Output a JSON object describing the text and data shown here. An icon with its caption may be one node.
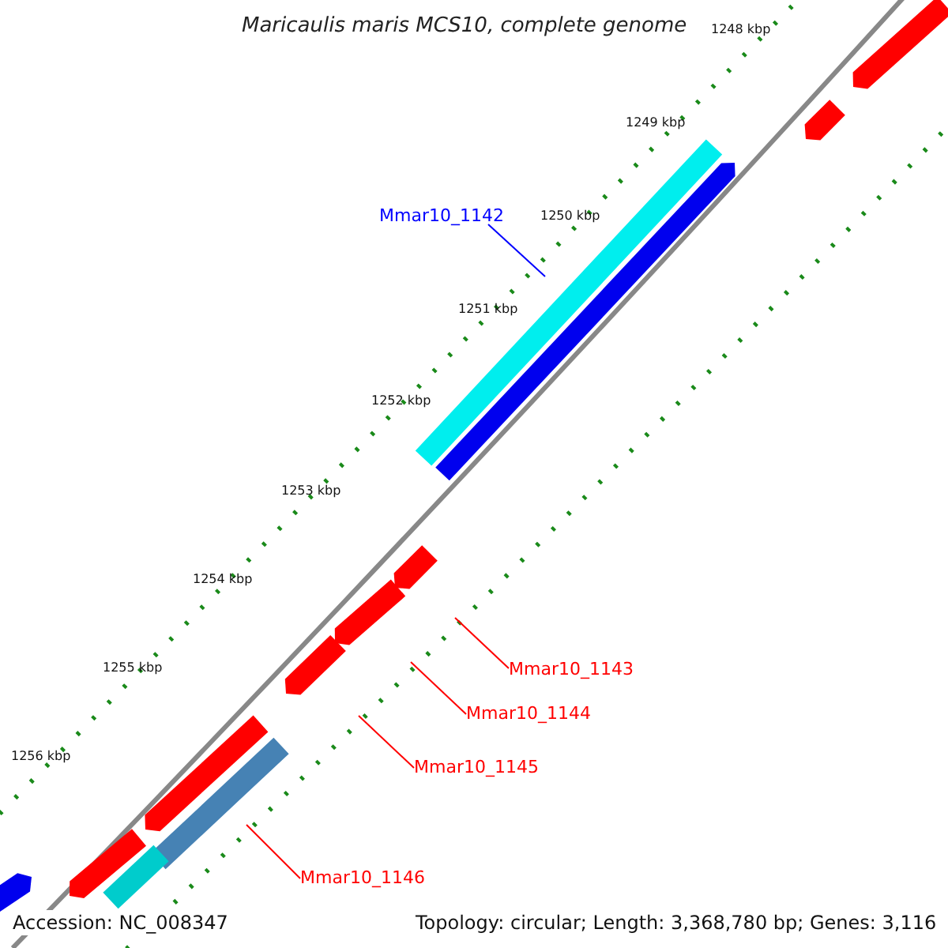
{
  "diagram": {
    "title": "Maricaulis maris MCS10, complete genome",
    "nodes": [
      {
        "text": [
          "Mmar10_1142"
        ]
      },
      {
        "text": [],
        "shape": "bar"
      },
      {
        "text": [
          "Mmar10_1143"
        ]
      },
      {
        "text": [],
        "shape": "bar"
      },
      {
        "text": [
          "Mmar10_1144"
        ]
      },
      {
        "text": [],
        "shape": "bar"
      },
      {
        "text": [
          "Mmar10_1145"
        ]
      },
      {
        "text": [],
        "shape": "bar"
      },
      {
        "text": [
          "Mmar10_1146"
        ]
      },
      {
        "text": [],
        "shape": "bar"
      },
      {
        "text": [],
        "shape": "bar"
      },
      {
        "text": [],
        "shape": "bar"
      },
      {
        "text": [],
        "shape": "bar"
      },
      {
        "text": [],
        "shape": "bar"
      },
      {
        "text": [],
        "shape": "bar"
      },
      {
        "text": [],
        "shape": "bar"
      },
      {
        "text": [],
        "shape": "bar"
      }
    ],
    "edges": [
      {
        "from": 0,
        "to": 1,
        "arrow": "none",
        "color": "#0000ff"
      },
      {
        "from": 2,
        "to": 3,
        "arrow": "none"
      },
      {
        "from": 4,
        "to": 5,
        "arrow": "none"
      },
      {
        "from": 6,
        "to": 7,
        "arrow": "none"
      },
      {
        "from": 8,
        "to": 9,
        "arrow": "none"
      }
    ],
    "labels": [
      "1248 kbp",
      "1249 kbp",
      "1250 kbp",
      "1251 kbp",
      "1252 kbp",
      "1253 kbp",
      "1254 kbp",
      "1255 kbp",
      "1256 kbp",
      "Accession: NC_008347",
      "Topology: circular; Length: 3,368,780 bp; Genes: 3,116"
    ]
  }
}
